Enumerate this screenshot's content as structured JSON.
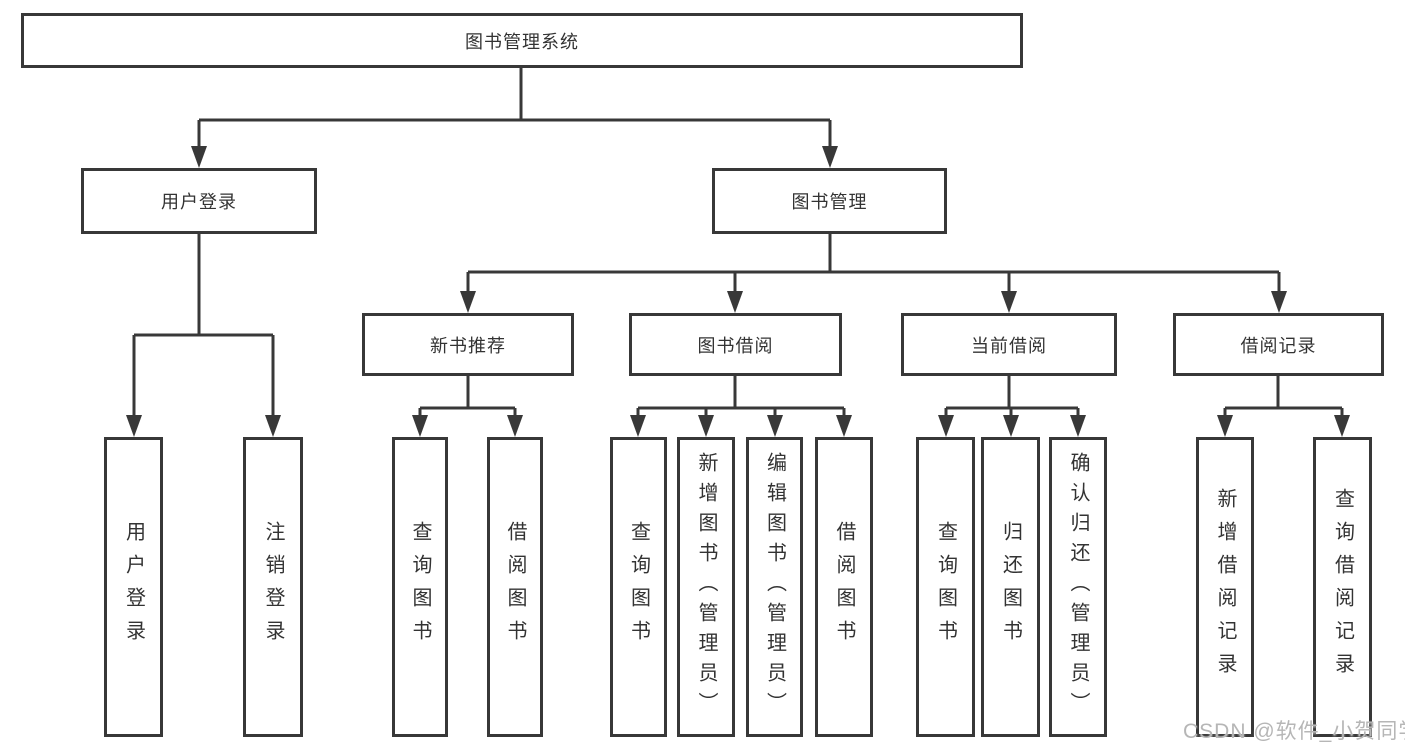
{
  "colors": {
    "line": "#383838",
    "box_border": "#383838",
    "text": "#333333",
    "watermark": "#b6b6b6",
    "background": "#ffffff"
  },
  "tree": {
    "root": "图书管理系统",
    "children": [
      {
        "label": "用户登录",
        "children": [
          "用户登录",
          "注销登录"
        ]
      },
      {
        "label": "图书管理",
        "children": [
          {
            "label": "新书推荐",
            "children": [
              "查询图书",
              "借阅图书"
            ]
          },
          {
            "label": "图书借阅",
            "children": [
              "查询图书",
              "新增图书（管理员）",
              "编辑图书（管理员）",
              "借阅图书"
            ]
          },
          {
            "label": "当前借阅",
            "children": [
              "查询图书",
              "归还图书",
              "确认归还（管理员）"
            ]
          },
          {
            "label": "借阅记录",
            "children": [
              "新增借阅记录",
              "查询借阅记录"
            ]
          }
        ]
      }
    ]
  },
  "watermark": {
    "text": "CSDN @软件_小贺同学"
  }
}
